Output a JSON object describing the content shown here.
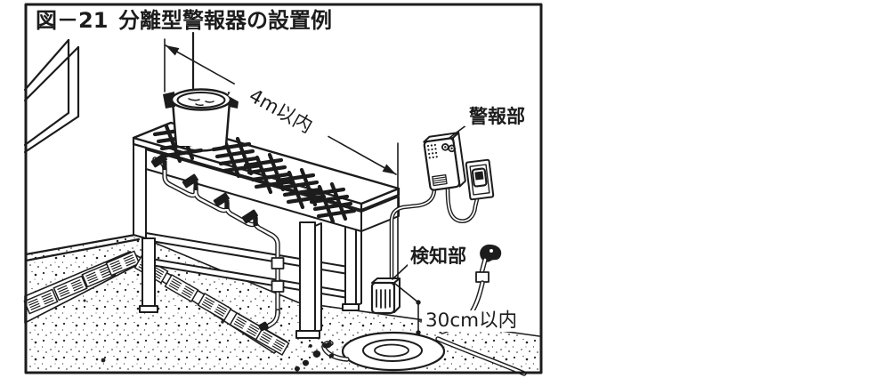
{
  "figure": {
    "caption_number": "図－21",
    "caption_title": "分離型警報器の設置例",
    "labels": {
      "alarm_unit": "警報部",
      "detector_unit": "検知部"
    },
    "dimensions": {
      "stove_to_alarm": "4m以内",
      "floor_to_detector": "30cm以内"
    },
    "colors": {
      "ink": "#1c1c1c",
      "paper": "#ffffff"
    }
  }
}
